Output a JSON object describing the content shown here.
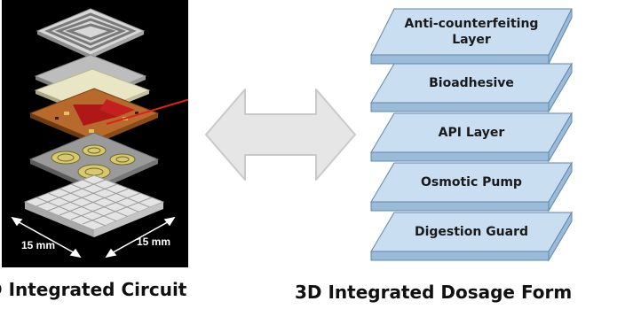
{
  "left_figure": {
    "caption": "D Integrated Circuit",
    "dimension_left": "15 mm",
    "dimension_right": "15 mm"
  },
  "right_figure": {
    "caption": "3D Integrated Dosage Form",
    "layers": [
      {
        "label": "Anti-counterfeiting\nLayer"
      },
      {
        "label": "Bioadhesive"
      },
      {
        "label": "API Layer"
      },
      {
        "label": "Osmotic Pump"
      },
      {
        "label": "Digestion Guard"
      }
    ]
  },
  "colors": {
    "layer_top": "#c9def0",
    "layer_side": "#9bbcd9",
    "layer_edge": "#5f86ad",
    "arrow_fill": "#e6e6e6",
    "arrow_stroke": "#c9c9c9",
    "pointer": "#e0201b"
  }
}
